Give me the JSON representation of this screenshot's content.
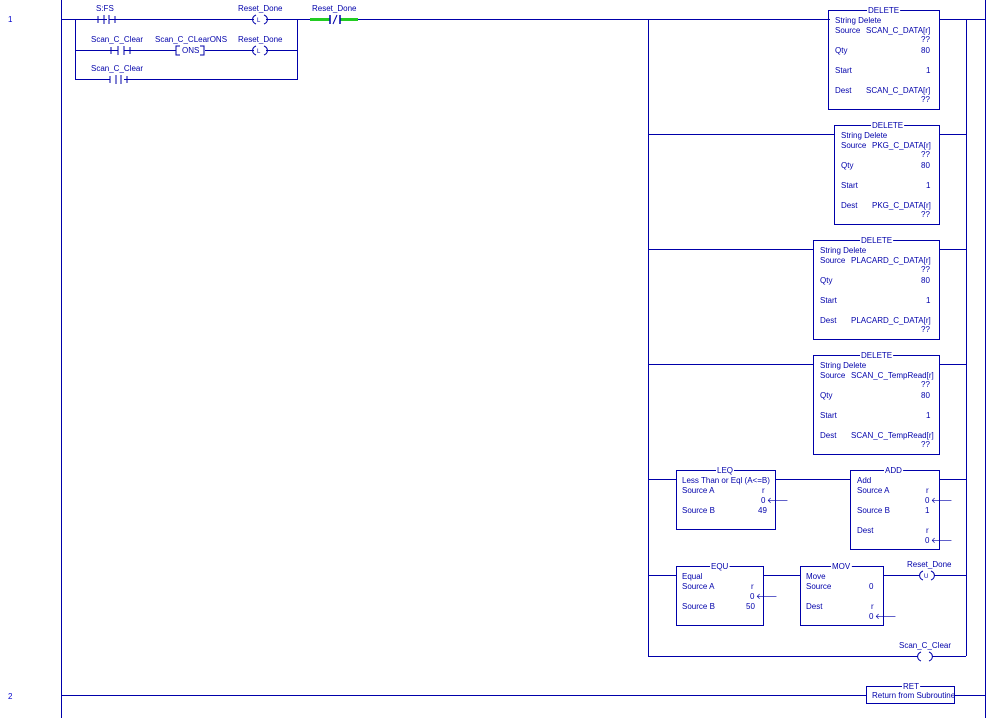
{
  "rungs": [
    {
      "number": "1"
    },
    {
      "number": "2"
    }
  ],
  "branch": {
    "sfs": "S:FS",
    "scan_c_clear_1": "Scan_C_Clear",
    "scan_c_clearons": "Scan_C_CLearONS",
    "ons_label": "ONS",
    "scan_c_clear_2": "Scan_C_Clear",
    "reset_done_coil_1": "Reset_Done",
    "reset_done_coil_2": "Reset_Done",
    "reset_done_xio": "Reset_Done"
  },
  "delete_blocks": [
    {
      "title": "DELETE",
      "desc": "String Delete",
      "source_label": "Source",
      "source": "SCAN_C_DATA[r]",
      "source_val": "??",
      "qty_label": "Qty",
      "qty": "80",
      "start_label": "Start",
      "start": "1",
      "dest_label": "Dest",
      "dest": "SCAN_C_DATA[r]",
      "dest_val": "??"
    },
    {
      "title": "DELETE",
      "desc": "String Delete",
      "source_label": "Source",
      "source": "PKG_C_DATA[r]",
      "source_val": "??",
      "qty_label": "Qty",
      "qty": "80",
      "start_label": "Start",
      "start": "1",
      "dest_label": "Dest",
      "dest": "PKG_C_DATA[r]",
      "dest_val": "??"
    },
    {
      "title": "DELETE",
      "desc": "String Delete",
      "source_label": "Source",
      "source": "PLACARD_C_DATA[r]",
      "source_val": "??",
      "qty_label": "Qty",
      "qty": "80",
      "start_label": "Start",
      "start": "1",
      "dest_label": "Dest",
      "dest": "PLACARD_C_DATA[r]",
      "dest_val": "??"
    },
    {
      "title": "DELETE",
      "desc": "String Delete",
      "source_label": "Source",
      "source": "SCAN_C_TempRead[r]",
      "source_val": "??",
      "qty_label": "Qty",
      "qty": "80",
      "start_label": "Start",
      "start": "1",
      "dest_label": "Dest",
      "dest": "SCAN_C_TempRead[r]",
      "dest_val": "??"
    }
  ],
  "leq": {
    "title": "LEQ",
    "desc": "Less Than or Eql (A<=B)",
    "a_label": "Source A",
    "a": "r",
    "a_val": "0",
    "b_label": "Source B",
    "b": "49"
  },
  "add": {
    "title": "ADD",
    "desc": "Add",
    "a_label": "Source A",
    "a": "r",
    "a_val": "0",
    "b_label": "Source B",
    "b": "1",
    "dest_label": "Dest",
    "dest": "r",
    "dest_val": "0"
  },
  "equ": {
    "title": "EQU",
    "desc": "Equal",
    "a_label": "Source A",
    "a": "r",
    "a_val": "0",
    "b_label": "Source B",
    "b": "50"
  },
  "mov": {
    "title": "MOV",
    "desc": "Move",
    "src_label": "Source",
    "src": "0",
    "dest_label": "Dest",
    "dest": "r",
    "dest_val": "0"
  },
  "coils": {
    "reset_done": "Reset_Done",
    "scan_c_clear": "Scan_C_Clear"
  },
  "ret": {
    "title": "RET",
    "desc": "Return from Subroutine"
  },
  "colors": {
    "wire": "#0000aa",
    "powerflow": "#22cc22",
    "text": "#0000aa"
  }
}
